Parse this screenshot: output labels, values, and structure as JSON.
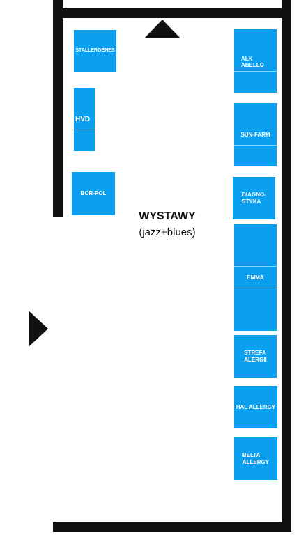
{
  "hall": {
    "title": "WYSTAWY",
    "subtitle": "(jazz+blues)"
  },
  "colors": {
    "booth": "#0aa0ef",
    "wall": "#111111",
    "background": "#ffffff"
  },
  "booths": {
    "stallergenes": "STALLERGENES",
    "hvd": "HVD",
    "bor_pol": "BOR-POL",
    "alk_abello": "ALK\nABELLO",
    "sun_farm": "SUN-FARM",
    "diagnostyka": "DIAGNO-\nSTYKA",
    "emma": "EMMA",
    "strefa_alergii": "STREFA\nALERGII",
    "hal_allergy": "HAL ALLERGY",
    "belta_allergy": "BELTA\nALLERGY"
  },
  "markers": {
    "entrance_top": "up-triangle-icon",
    "entrance_left": "right-triangle-icon"
  }
}
